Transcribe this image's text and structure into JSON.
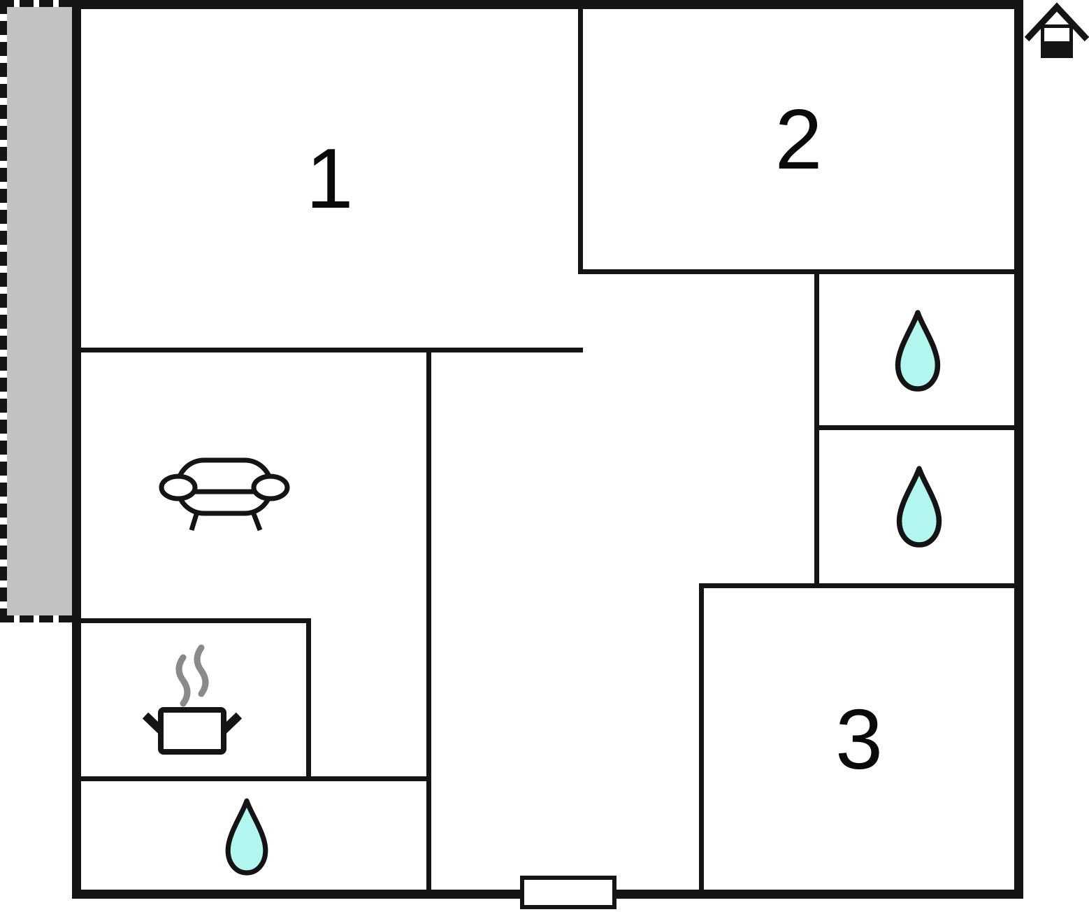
{
  "rooms": [
    {
      "label": "1"
    },
    {
      "label": "2"
    },
    {
      "label": "3"
    }
  ],
  "icons": {
    "house": "house-icon",
    "sofa": "sofa-icon",
    "pot": "cooking-pot-icon",
    "steam": "steam-icon",
    "water_drop": "water-drop-icon",
    "door": "door-marker",
    "terrace": "terrace-area"
  },
  "colors": {
    "wall": "#141414",
    "terrace": "#c2c2c2",
    "water": "#b2f6ef",
    "steam": "#8a8a8a",
    "paper": "#ffffff"
  }
}
